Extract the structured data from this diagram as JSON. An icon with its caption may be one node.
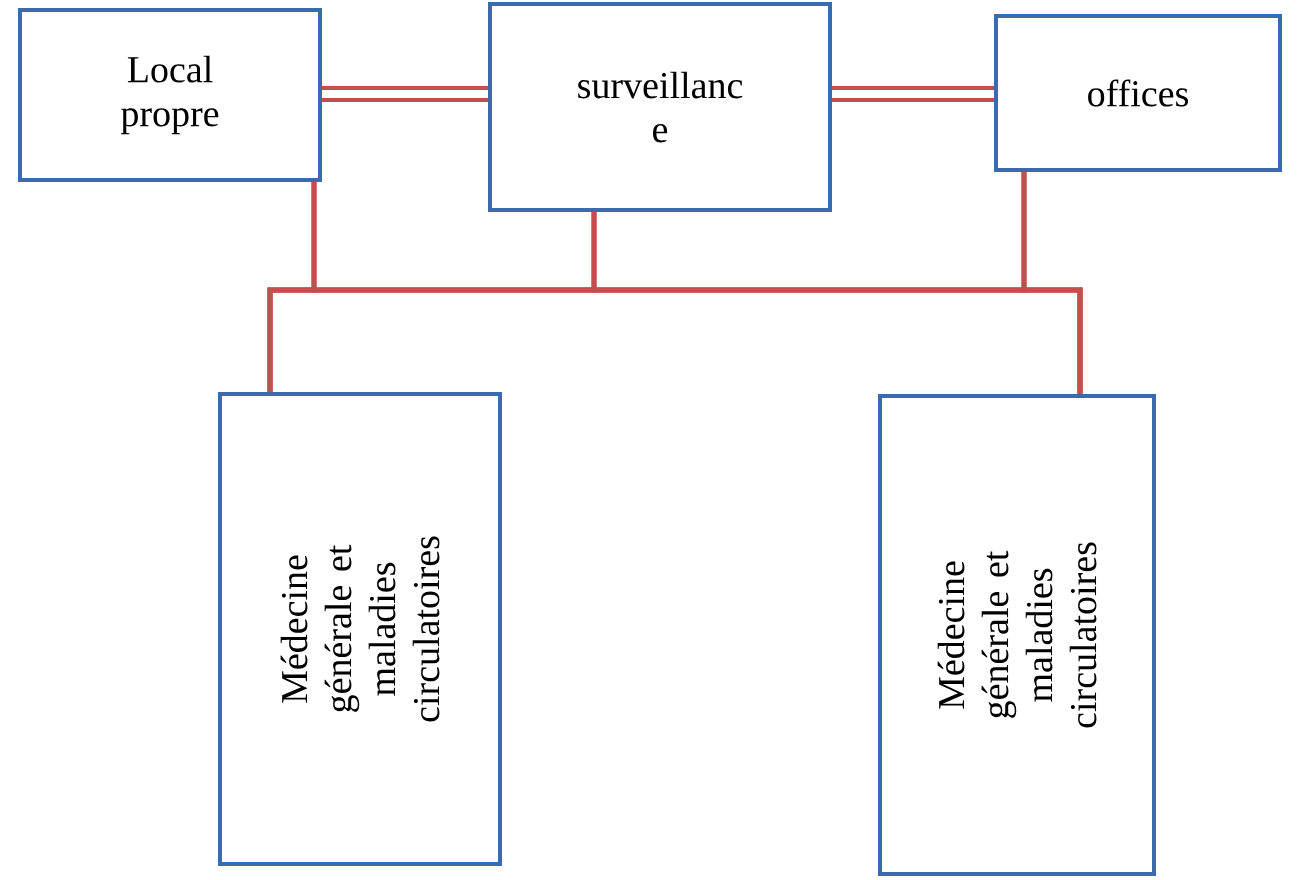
{
  "diagram": {
    "nodes": [
      {
        "text": [
          "Local propre"
        ]
      },
      {
        "text": [
          "surveillanc e"
        ]
      },
      {
        "text": [
          "offices"
        ]
      },
      {
        "text": [
          "Médecine générale et maladies circulatoires"
        ]
      },
      {
        "text": [
          "Médecine générale et maladies circulatoires"
        ]
      }
    ],
    "edges": [
      {
        "from": 0,
        "to": 1,
        "arrow": "none",
        "style": "thick"
      },
      {
        "from": 1,
        "to": 2,
        "arrow": "none",
        "style": "thick"
      },
      {
        "from": 0,
        "to": 3,
        "arrow": "none"
      },
      {
        "from": 0,
        "to": 4,
        "arrow": "none"
      },
      {
        "from": 1,
        "to": 3,
        "arrow": "none"
      },
      {
        "from": 1,
        "to": 4,
        "arrow": "none"
      },
      {
        "from": 2,
        "to": 3,
        "arrow": "none"
      },
      {
        "from": 2,
        "to": 4,
        "arrow": "none"
      }
    ]
  }
}
